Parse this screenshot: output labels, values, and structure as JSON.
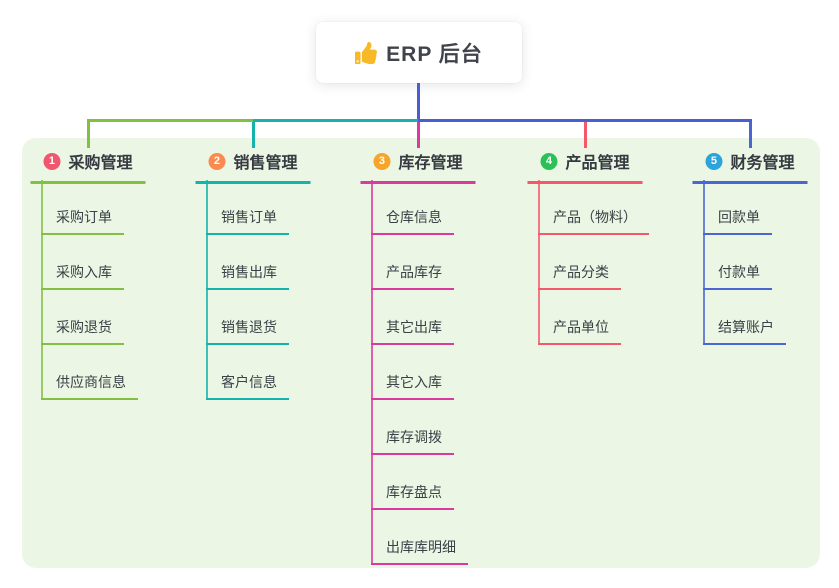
{
  "root": {
    "title": "ERP 后台",
    "icon": "thumbs-up-icon",
    "icon_color": "#f7b928"
  },
  "colors": {
    "canvas_bg": "#ffffff",
    "panel_bg": "#ebf6e4",
    "card_bg": "#ffffff",
    "root_connector": "#4a5ecf",
    "header_text": "#36393f",
    "child_text": "#3c4047"
  },
  "branches": [
    {
      "badge": "1",
      "label": "采购管理",
      "badge_color": "#f0566e",
      "line_color": "#82c043",
      "children": [
        "采购订单",
        "采购入库",
        "采购退货",
        "供应商信息"
      ]
    },
    {
      "badge": "2",
      "label": "销售管理",
      "badge_color": "#fa8a4e",
      "line_color": "#14b3ab",
      "children": [
        "销售订单",
        "销售出库",
        "销售退货",
        "客户信息"
      ]
    },
    {
      "badge": "3",
      "label": "库存管理",
      "badge_color": "#f6a52a",
      "line_color": "#da399e",
      "children": [
        "仓库信息",
        "产品库存",
        "其它出库",
        "其它入库",
        "库存调拨",
        "库存盘点",
        "出库库明细"
      ]
    },
    {
      "badge": "4",
      "label": "产品管理",
      "badge_color": "#2cc158",
      "line_color": "#f5586b",
      "children": [
        "产品（物料）",
        "产品分类",
        "产品单位"
      ]
    },
    {
      "badge": "5",
      "label": "财务管理",
      "badge_color": "#2aa4da",
      "line_color": "#4a66d2",
      "children": [
        "回款单",
        "付款单",
        "结算账户"
      ]
    }
  ]
}
